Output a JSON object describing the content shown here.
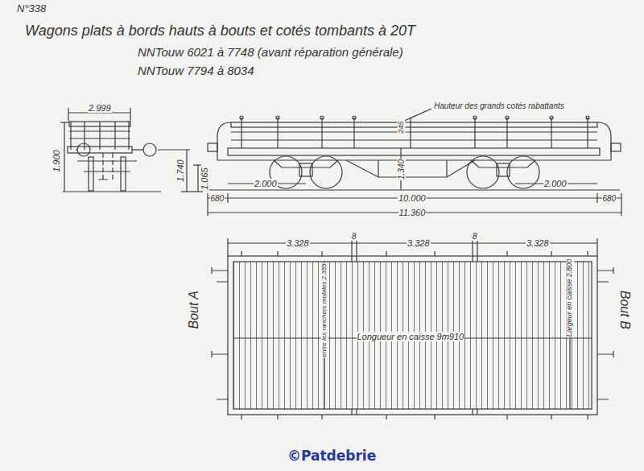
{
  "diagram": {
    "title": "Wagons plats à bords hauts à bouts et cotés tombants à 20T",
    "labels": [
      "N°338",
      "NNTouw 6021 à 7748 (avant réparation générale)",
      "NNTouw 7794 à 8034",
      "2.999",
      "1.900",
      "1.740",
      "1.065",
      "Hauteur des grands cotés rabattants",
      "245",
      "1.340",
      "2.000",
      "2.000",
      "680",
      "10.000",
      "680",
      "11.360",
      "3.328",
      "8",
      "3.328",
      "8",
      "3.328",
      "Bout A",
      "Bout B",
      "entre les ranchers mobiles 2.355",
      "Longueur en caisse 9m910",
      "Largeur en caisse 2.800",
      "©Patdebrie"
    ]
  }
}
